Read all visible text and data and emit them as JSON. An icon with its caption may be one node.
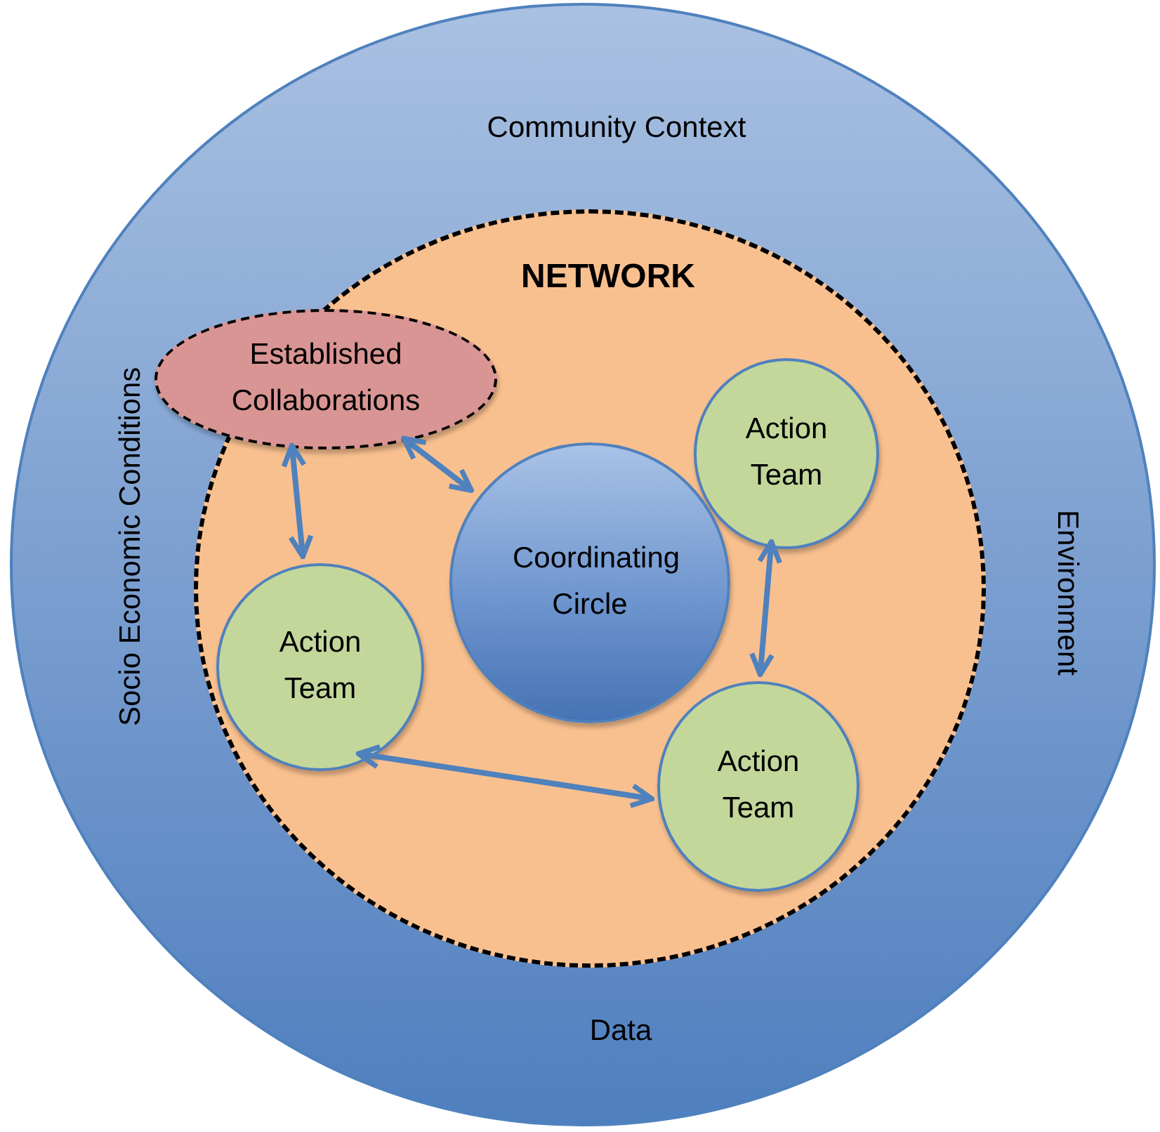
{
  "diagram": {
    "nodes": [
      {
        "text": [
          "Community Context",
          "Socio Economic Conditions",
          "Environment",
          "Data"
        ]
      },
      {
        "text": [
          "NETWORK"
        ],
        "in": 0
      },
      {
        "text": [
          "Established Collaborations"
        ],
        "in": 0
      },
      {
        "text": [
          "Action Team"
        ],
        "in": 1
      },
      {
        "text": [
          "Coordinating Circle"
        ],
        "in": 1
      },
      {
        "text": [
          "Action Team"
        ],
        "in": 1
      },
      {
        "text": [
          "Action Team"
        ],
        "in": 1
      }
    ],
    "edges": [
      {
        "from": 2,
        "to": 4,
        "arrow": "both"
      },
      {
        "from": 2,
        "to": 5,
        "arrow": "both"
      },
      {
        "from": 5,
        "to": 6,
        "arrow": "both"
      },
      {
        "from": 3,
        "to": 6,
        "arrow": "both"
      }
    ]
  }
}
